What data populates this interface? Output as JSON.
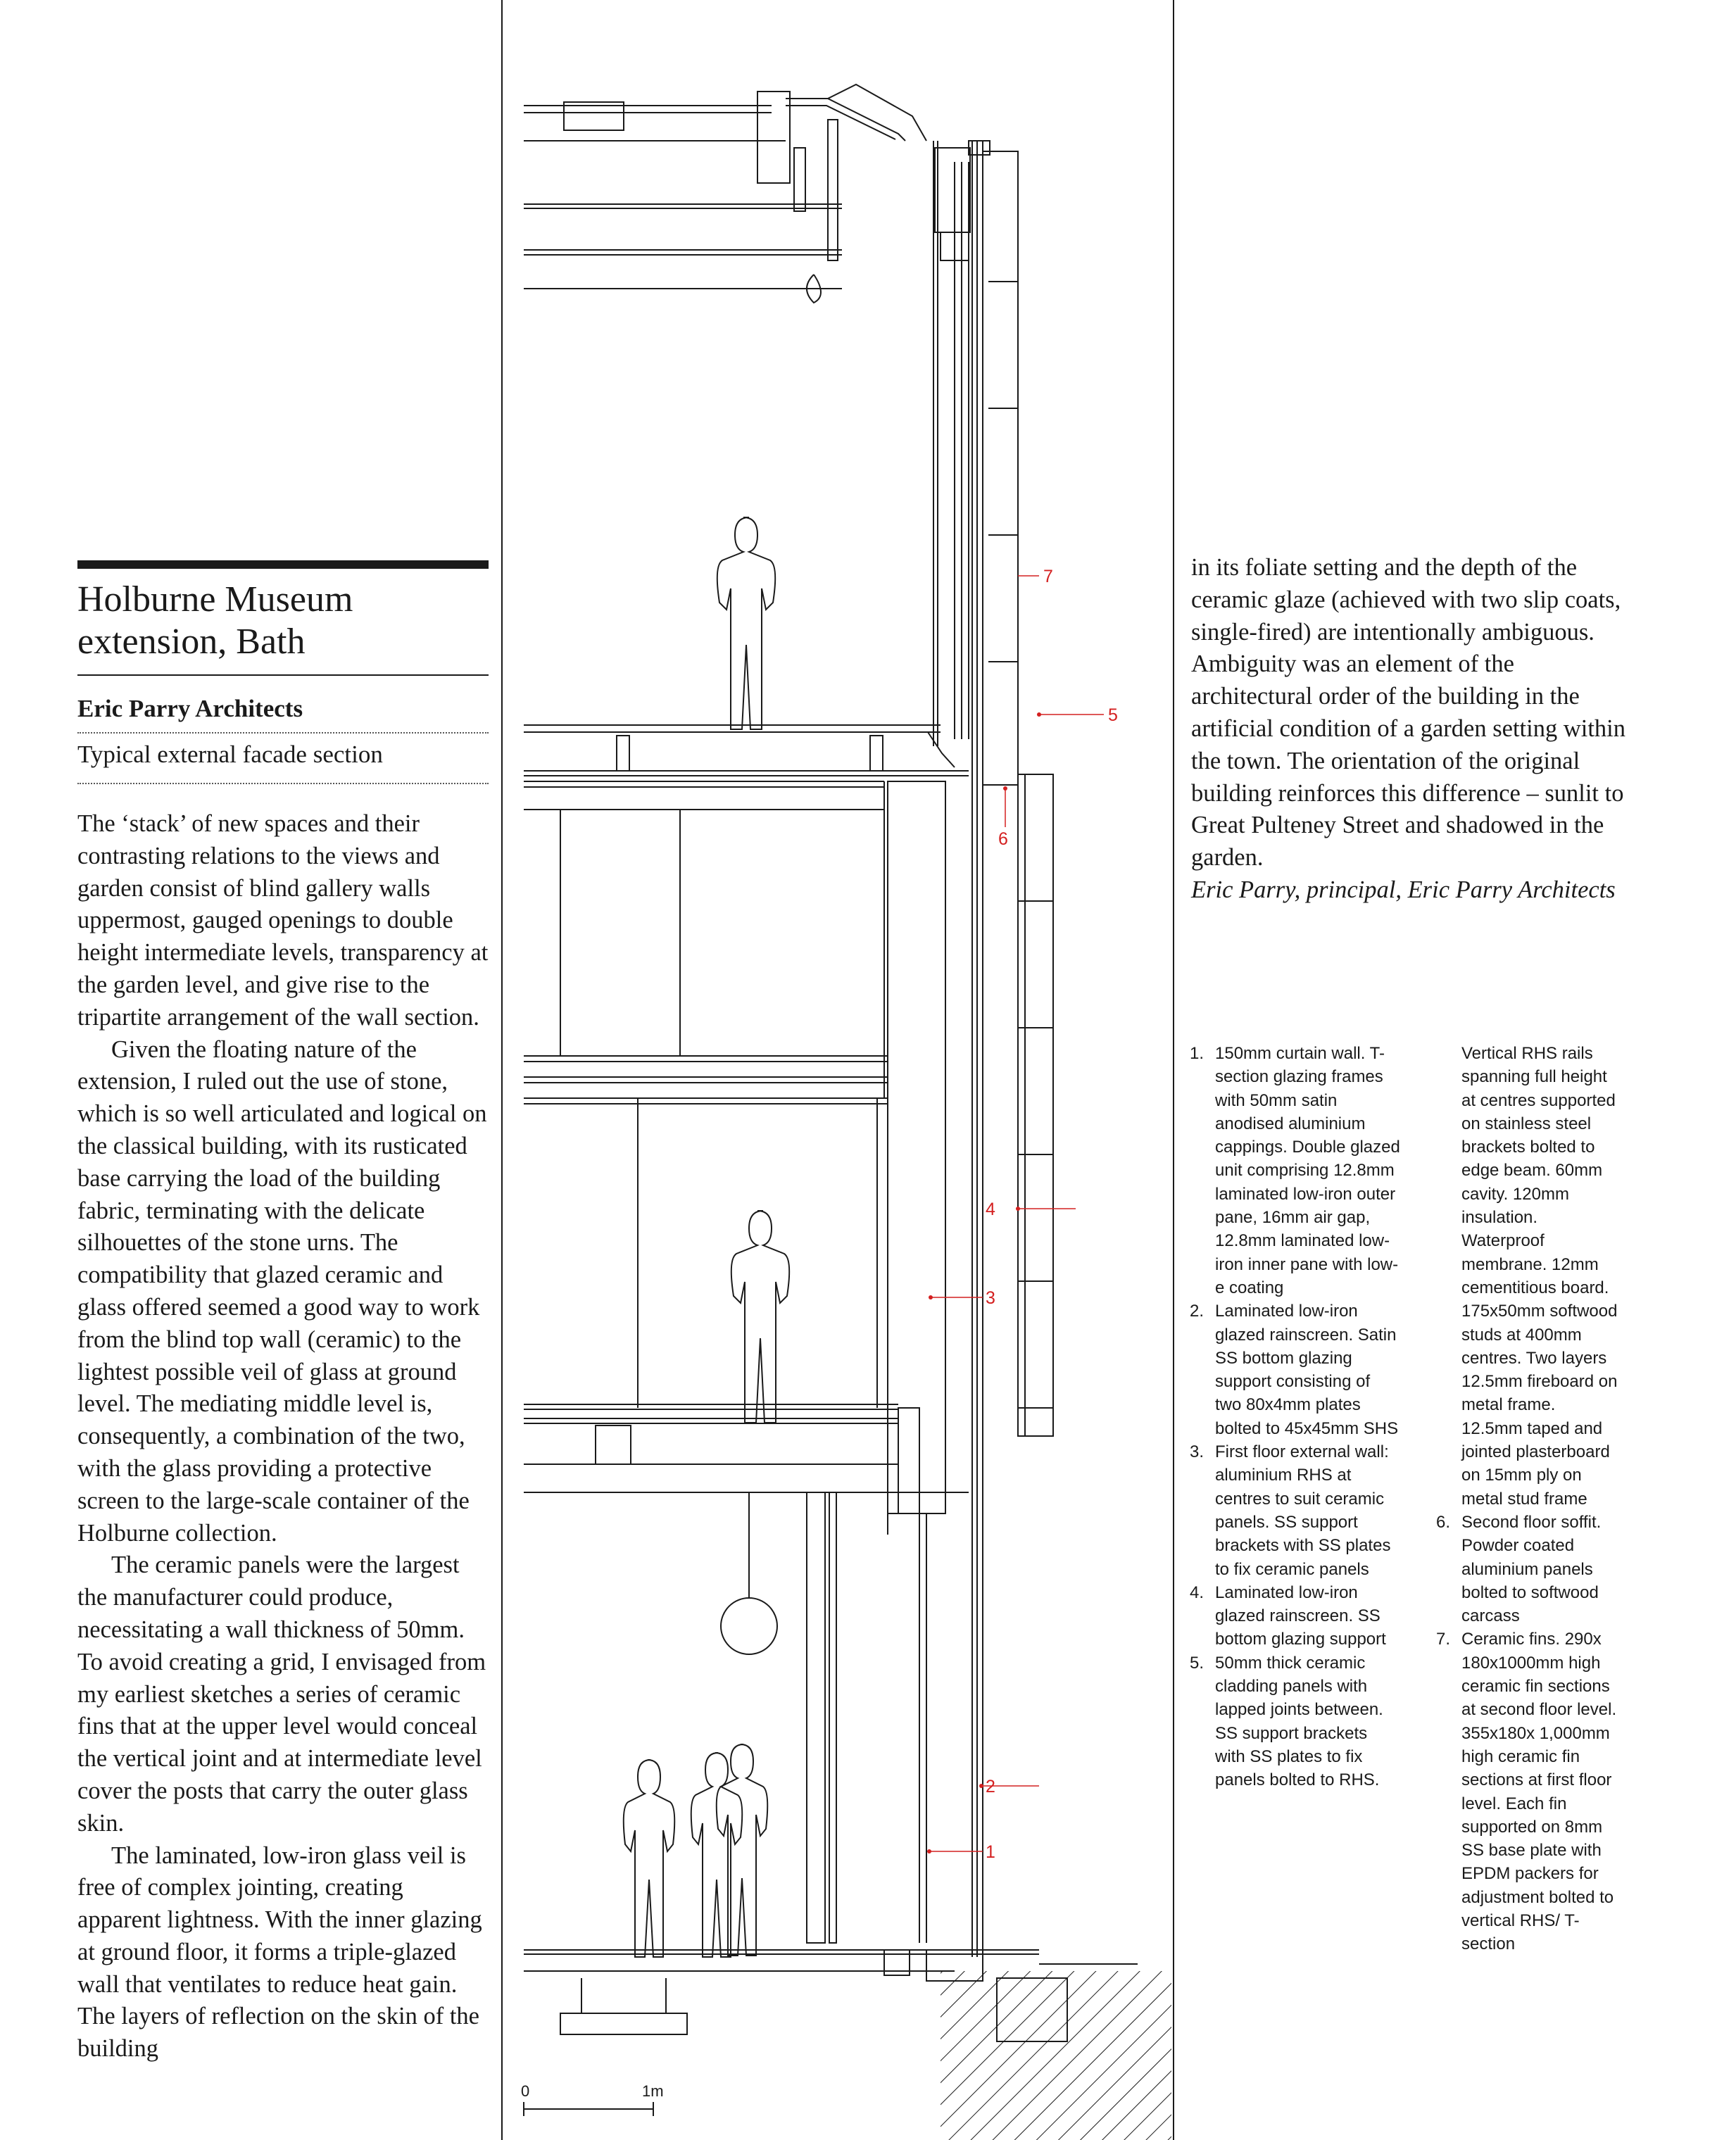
{
  "title": "Holburne Museum extension, Bath",
  "architect": "Eric Parry Architects",
  "drawing_caption": "Typical external facade section",
  "body_paragraphs": [
    "The ‘stack’ of new spaces and their contrasting relations to the views and garden consist of blind gallery walls uppermost, gauged openings to double height intermediate levels, transparency at the garden level, and give rise to the tripartite arrangement of the wall section.",
    "Given the floating nature of the extension, I ruled out the use of stone, which is so well articulated and logical on the classical building, with its rusticated base carrying the load of the building fabric, terminating with the delicate silhouettes of the stone urns. The compatibility that glazed ceramic and glass offered seemed a good way to work from the blind top wall (ceramic) to the lightest possible veil of glass at ground level. The mediating middle level is, consequently, a combination of the two, with the glass providing a protective screen to the large-scale container of the Holburne collection.",
    "The ceramic panels were the largest the manufacturer could produce, necessitating a wall thickness of 50mm. To avoid creating a grid, I envisaged from my earliest sketches a series of ceramic fins that at the upper level would conceal the vertical joint and at intermediate level cover the posts that carry the outer glass skin.",
    "The laminated, low-iron glass veil is free of complex jointing, creating apparent lightness. With the inner glazing at ground floor, it forms a triple-glazed wall that ventilates to reduce heat gain. The layers of reflection on the skin of the building"
  ],
  "continued_text": "in its foliate setting and the depth of the ceramic glaze (achieved with two slip coats, single-fired) are intentionally ambiguous. Ambiguity was an element of the architectural order of the building in the artificial condition of a garden setting within the town. The orientation of the original building reinforces this difference – sunlit to Great Pulteney Street and shadowed in the garden.",
  "attribution": "Eric Parry, principal, Eric Parry Architects",
  "notes_col_a": [
    {
      "num": "1.",
      "text": "150mm curtain wall. T-section glazing frames with 50mm satin anodised aluminium cappings. Double glazed unit comprising 12.8mm laminated low-iron outer pane, 16mm air gap, 12.8mm laminated low-iron inner pane with low-e coating"
    },
    {
      "num": "2.",
      "text": "Laminated low-iron glazed rainscreen. Satin SS bottom glazing support consisting of two 80x4mm plates bolted to 45x45mm SHS"
    },
    {
      "num": "3.",
      "text": "First floor external wall: aluminium RHS at centres to suit ceramic panels. SS support brackets with SS plates to fix ceramic panels"
    },
    {
      "num": "4.",
      "text": "Laminated low-iron glazed rainscreen. SS bottom glazing support"
    },
    {
      "num": "5.",
      "text": "50mm thick ceramic cladding panels with lapped joints between. SS support brackets with SS plates to fix panels bolted to RHS."
    }
  ],
  "notes_col_b": [
    {
      "num": "",
      "text": "Vertical RHS rails spanning full height at centres supported on stainless steel brackets bolted to edge beam. 60mm cavity. 120mm insulation. Waterproof membrane. 12mm cementitious board. 175x50mm softwood studs at 400mm centres. Two layers 12.5mm fireboard on metal frame. 12.5mm taped and jointed plasterboard on 15mm ply on metal stud frame"
    },
    {
      "num": "6.",
      "text": "Second floor soffit. Powder coated aluminium panels bolted to softwood carcass"
    },
    {
      "num": "7.",
      "text": "Ceramic fins. 290x 180x1000mm high ceramic fin sections at second floor level. 355x180x 1,000mm high ceramic fin sections at first floor level. Each fin supported on 8mm SS base plate with EPDM packers for adjustment bolted to vertical RHS/ T-section"
    }
  ],
  "callouts": [
    "1",
    "2",
    "3",
    "4",
    "5",
    "6",
    "7"
  ],
  "scale_bar": {
    "start": "0",
    "end": "1m"
  },
  "colors": {
    "text": "#1a1a1a",
    "callout": "#d42020",
    "rule": "#1a1a1a"
  }
}
